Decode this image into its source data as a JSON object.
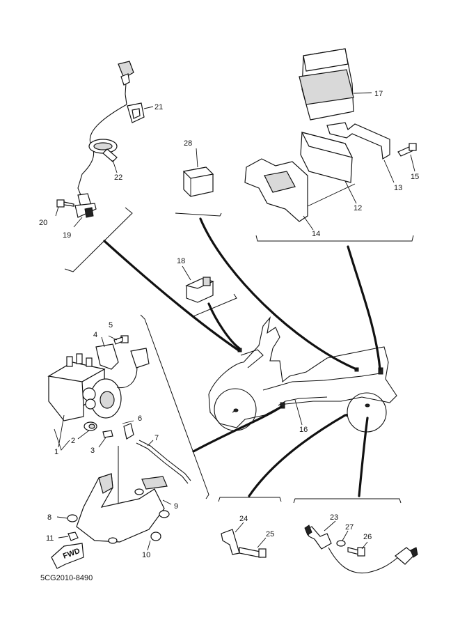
{
  "callouts": {
    "p1": "1",
    "p2": "2",
    "p3": "3",
    "p4": "4",
    "p5": "5",
    "p6": "6",
    "p7": "7",
    "p8": "8",
    "p9": "9",
    "p10": "10",
    "p11": "11",
    "p12": "12",
    "p13": "13",
    "p14": "14",
    "p15": "15",
    "p16": "16",
    "p17": "17",
    "p18": "18",
    "p19": "19",
    "p20": "20",
    "p21": "21",
    "p22": "22",
    "p23": "23",
    "p24": "24",
    "p25": "25",
    "p26": "26",
    "p27": "27",
    "p28": "28"
  },
  "fwd_label": "FWD",
  "diagram_code": "5CG2010-8490"
}
